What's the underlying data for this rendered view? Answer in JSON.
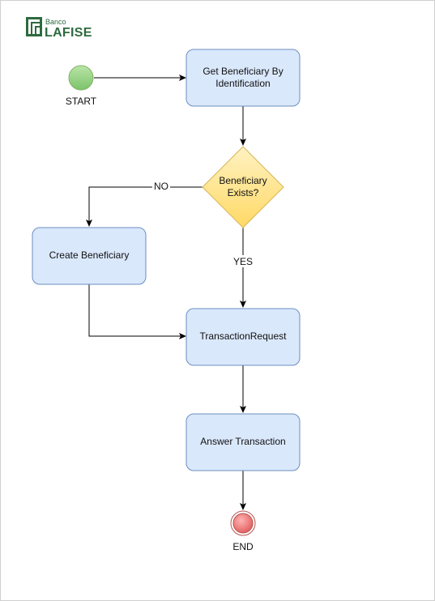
{
  "logo": {
    "small_text": "Banco",
    "big_text": "LAFISE"
  },
  "diagram": {
    "start_label": "START",
    "end_label": "END",
    "step_get_line1": "Get Beneficiary By",
    "step_get_line2": "Identification",
    "decision_line1": "Beneficiary",
    "decision_line2": "Exists?",
    "edge_no": "NO",
    "edge_yes": "YES",
    "step_create": "Create Beneficiary",
    "step_transaction": "TransactionRequest",
    "step_answer": "Answer Transaction"
  },
  "colors": {
    "process_fill": "#dae8fc",
    "process_stroke": "#6c8ebf",
    "decision_fill": "#ffe08a",
    "start_fill": "#8fd07a",
    "end_fill": "#f08080",
    "brand_green": "#2d6a3e"
  }
}
